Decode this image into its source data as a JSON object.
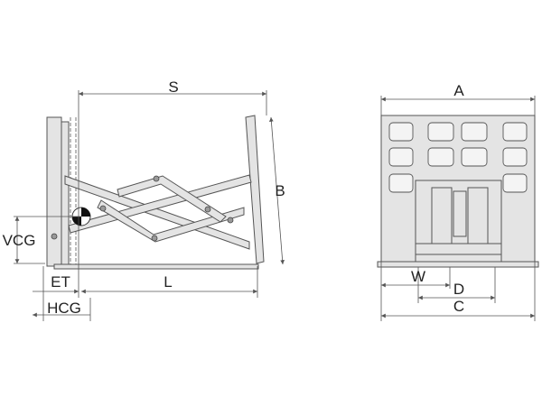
{
  "side_view": {
    "labels": {
      "S": "S",
      "B": "B",
      "VCG": "VCG",
      "ET": "ET",
      "L": "L",
      "HCG": "HCG"
    }
  },
  "front_view": {
    "labels": {
      "A": "A",
      "W": "W",
      "D": "D",
      "C": "C"
    }
  }
}
